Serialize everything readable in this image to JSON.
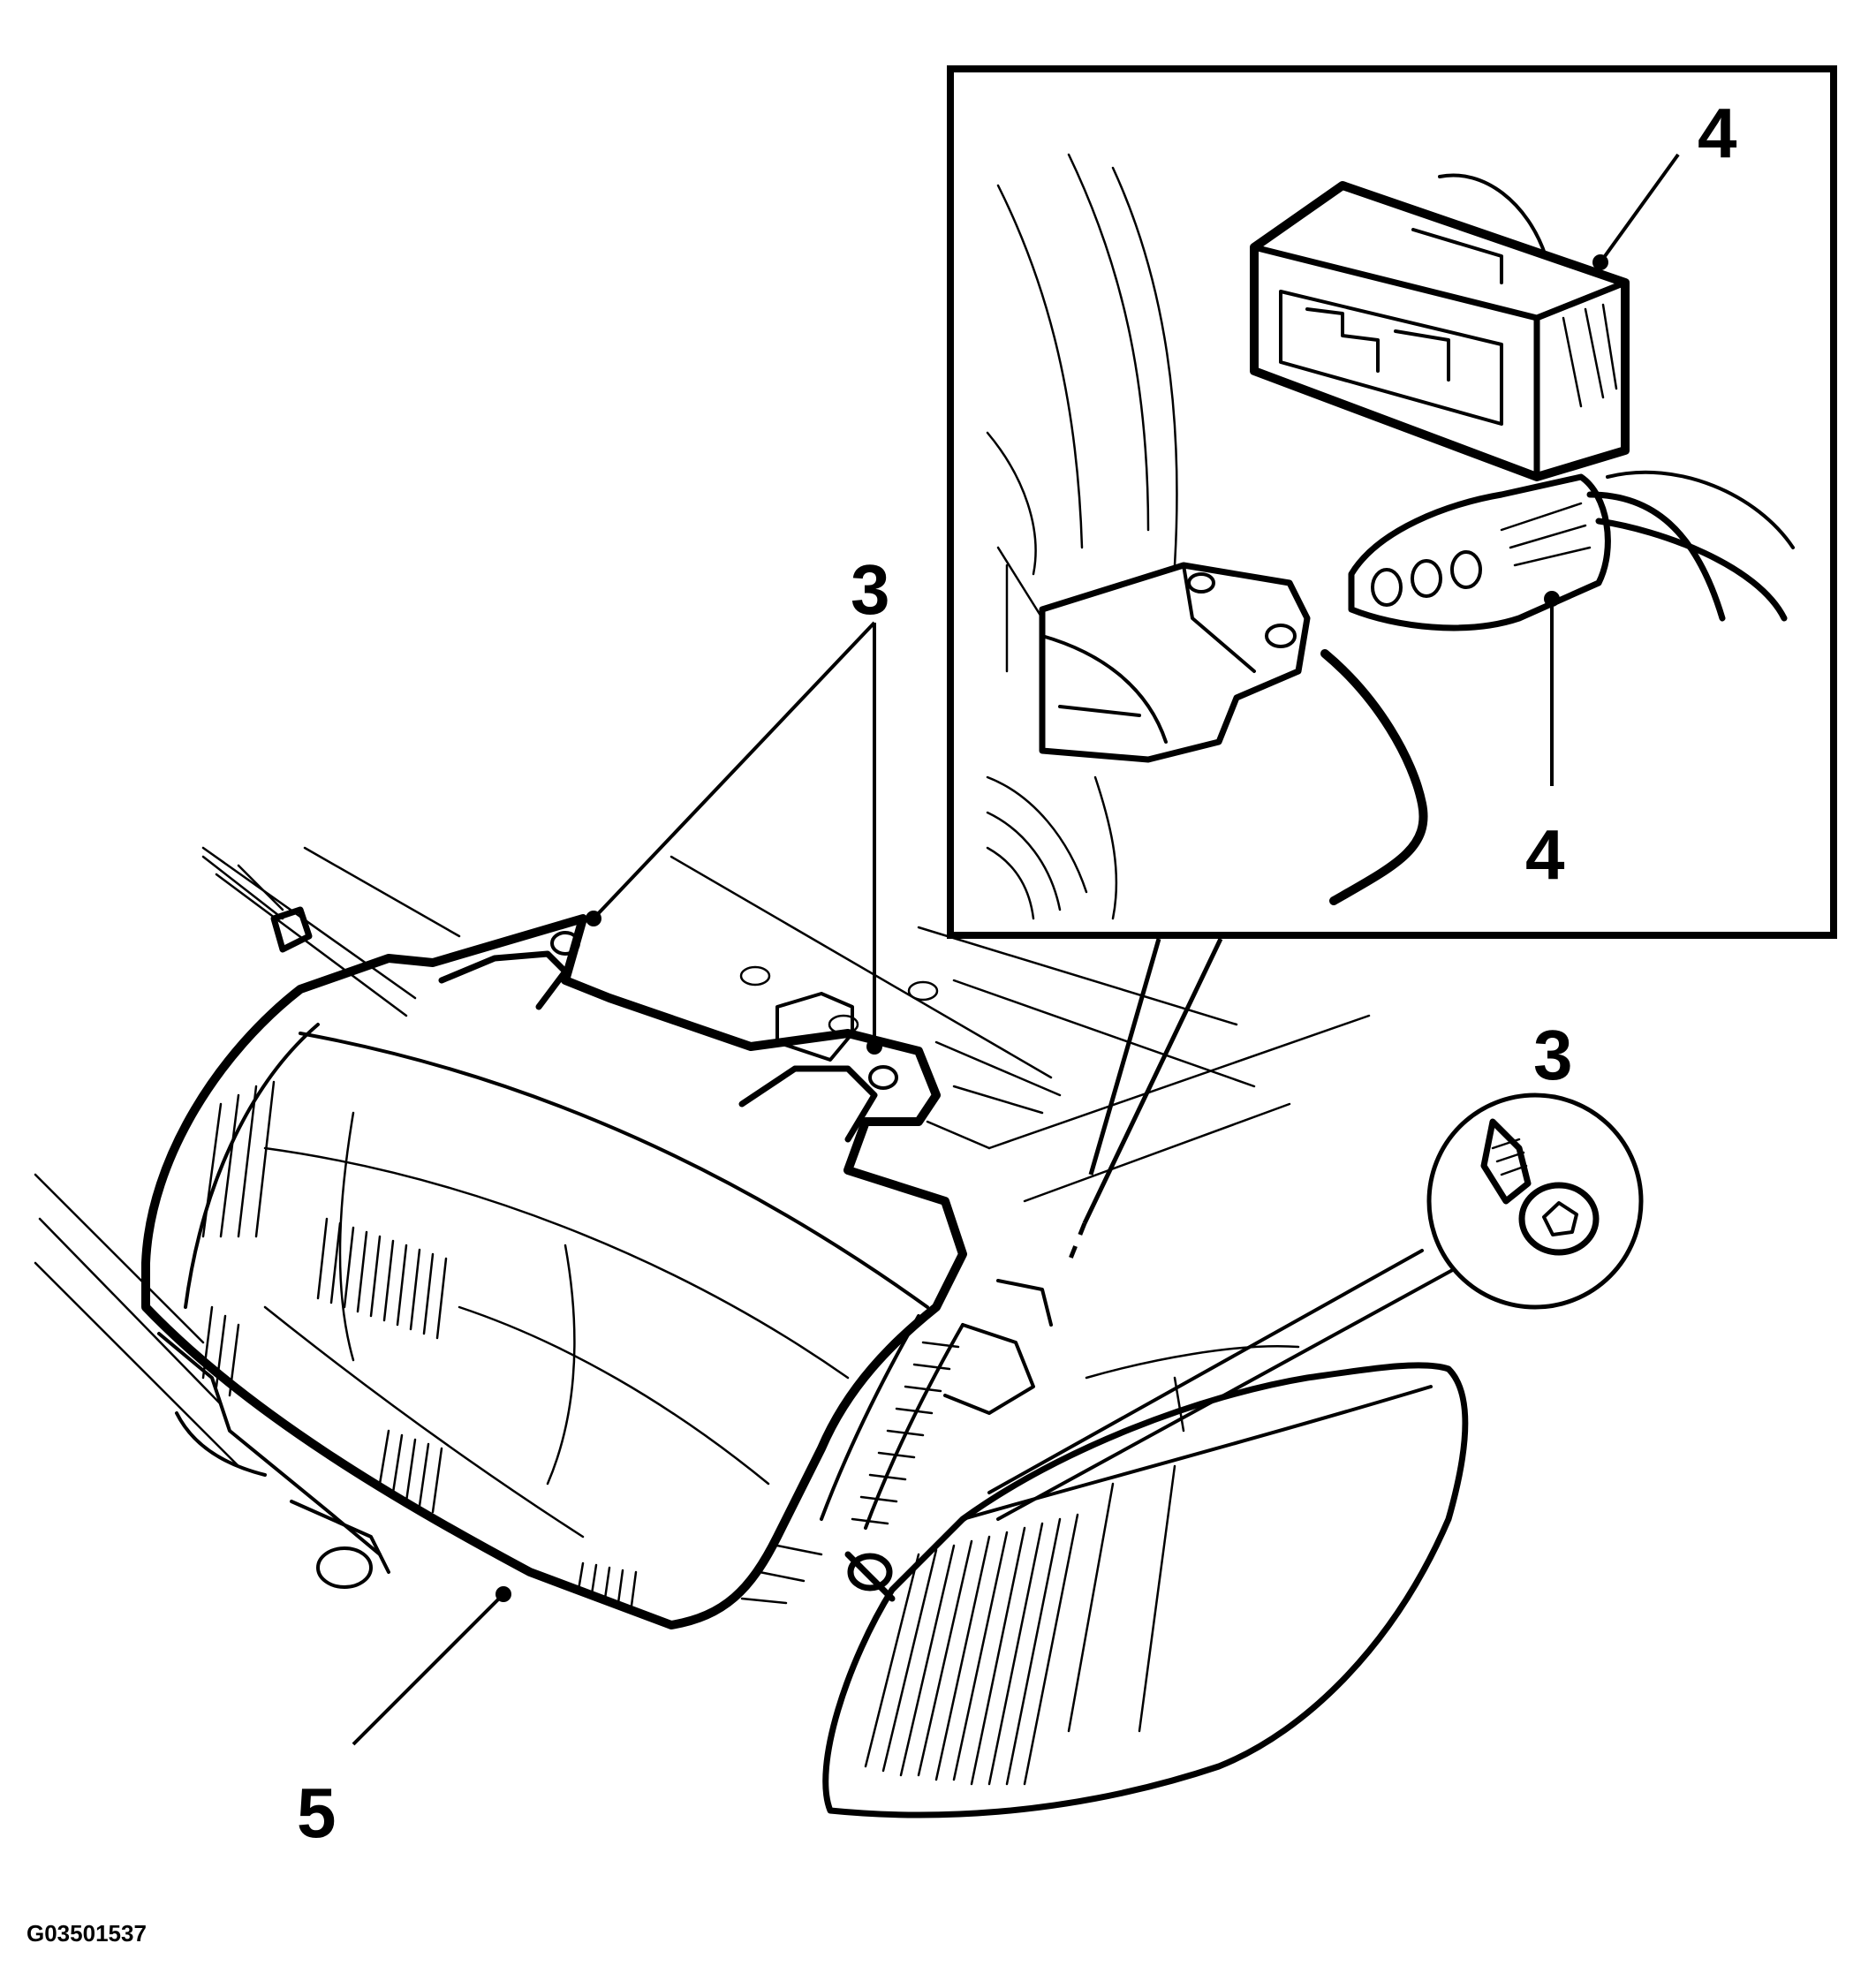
{
  "figure_id": "G03501537",
  "callouts": {
    "inset_connector_top": "4",
    "inset_connector_bottom": "4",
    "mounting_bolts": "3",
    "bolt_detail": "3",
    "headlamp_unit": "5"
  },
  "colors": {
    "ink": "#000000",
    "paper": "#ffffff"
  }
}
